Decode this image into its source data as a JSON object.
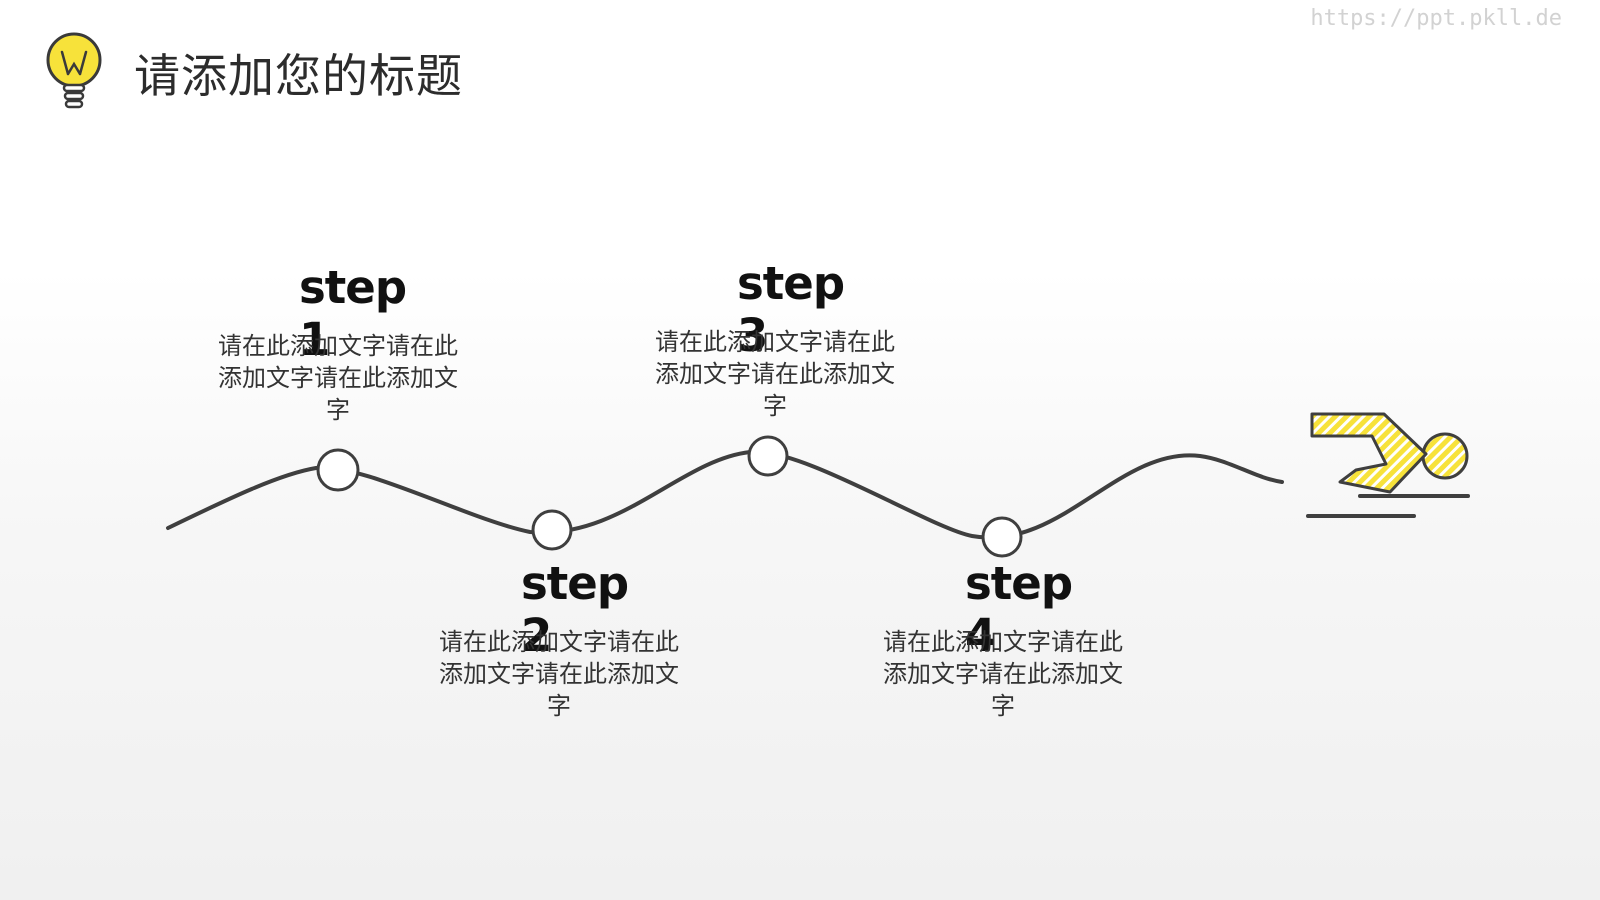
{
  "header": {
    "title": "请添加您的标题",
    "bulb_icon": "light-bulb-icon",
    "watermark": "https://ppt.pkll.de"
  },
  "colors": {
    "accent": "#f7e23a",
    "line": "#3f3f3f",
    "text": "#222222"
  },
  "steps": [
    {
      "title": "step 1",
      "text": "请在此添加文字请在此添加文字请在此添加文字"
    },
    {
      "title": "step 2",
      "text": "请在此添加文字请在此添加文字请在此添加文字"
    },
    {
      "title": "step 3",
      "text": "请在此添加文字请在此添加文字请在此添加文字"
    },
    {
      "title": "step 4",
      "text": "请在此添加文字请在此添加文字请在此添加文字"
    }
  ],
  "runner_icon": "swimmer-icon"
}
